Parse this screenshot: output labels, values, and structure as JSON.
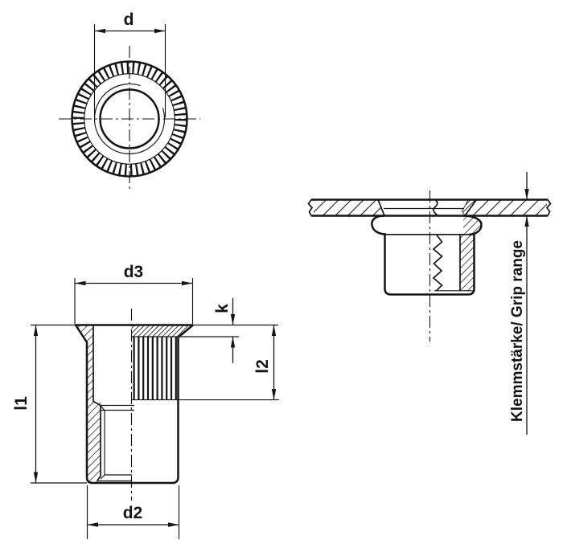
{
  "colors": {
    "background": "#ffffff",
    "line": "#141414"
  },
  "labels": {
    "d": "d",
    "d3": "d3",
    "k": "k",
    "l1": "l1",
    "l2": "l2",
    "d2": "d2",
    "grip_range": "Klemmstärke/ Grip range"
  }
}
